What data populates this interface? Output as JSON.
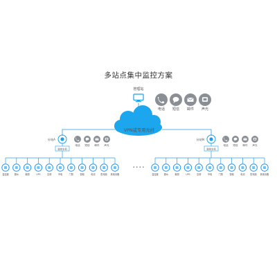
{
  "title": "多站点集中监控方案",
  "colors": {
    "line": "#2a9be0",
    "node": "#1aa1e8",
    "nodeLight": "#6ec4f3",
    "cloud": "#1ba6ee",
    "gray": "#8a8f95",
    "text": "#555555",
    "sensorRing": "#2196f3",
    "sensorFill": "#ffffff"
  },
  "center": {
    "label": "管理站",
    "cloud_label": "VPN或专用光纤",
    "alarms": [
      {
        "icon": "phone-icon",
        "label": "电话"
      },
      {
        "icon": "sms-icon",
        "label": "短信"
      },
      {
        "icon": "email-icon",
        "label": "邮件"
      },
      {
        "icon": "sound-icon",
        "label": "声光"
      }
    ]
  },
  "ellipsis": "• • • •",
  "sites": [
    {
      "name": "分站A",
      "host_label": "监控主机",
      "alarms": [
        {
          "icon": "phone-icon",
          "label": "电话"
        },
        {
          "icon": "sms-icon",
          "label": "短信"
        },
        {
          "icon": "email-icon",
          "label": "邮件"
        },
        {
          "icon": "sound-icon",
          "label": "声光"
        }
      ],
      "devices": [
        {
          "icon": "temp-icon",
          "label": "温湿度"
        },
        {
          "icon": "water-icon",
          "label": "漏水"
        },
        {
          "icon": "smoke-icon",
          "label": "烟感"
        },
        {
          "icon": "ups-icon",
          "label": "UPS"
        },
        {
          "icon": "ac-icon",
          "label": "空调"
        },
        {
          "icon": "power-icon",
          "label": "市电"
        },
        {
          "icon": "door-icon",
          "label": "门禁"
        },
        {
          "icon": "camera-icon",
          "label": "视频"
        },
        {
          "icon": "battery-icon",
          "label": "电池"
        },
        {
          "icon": "pdu-icon",
          "label": "配电柜"
        },
        {
          "icon": "more-icon",
          "label": "其他设备"
        }
      ]
    },
    {
      "name": "分站N",
      "host_label": "监控主机",
      "alarms": [
        {
          "icon": "phone-icon",
          "label": "电话"
        },
        {
          "icon": "sms-icon",
          "label": "短信"
        },
        {
          "icon": "email-icon",
          "label": "邮件"
        },
        {
          "icon": "sound-icon",
          "label": "声光"
        }
      ],
      "devices": [
        {
          "icon": "temp-icon",
          "label": "温湿度"
        },
        {
          "icon": "water-icon",
          "label": "漏水"
        },
        {
          "icon": "smoke-icon",
          "label": "烟感"
        },
        {
          "icon": "ups-icon",
          "label": "UPS"
        },
        {
          "icon": "ac-icon",
          "label": "空调"
        },
        {
          "icon": "power-icon",
          "label": "市电"
        },
        {
          "icon": "door-icon",
          "label": "门禁"
        },
        {
          "icon": "camera-icon",
          "label": "视频"
        },
        {
          "icon": "battery-icon",
          "label": "电池"
        },
        {
          "icon": "pdu-icon",
          "label": "配电柜"
        },
        {
          "icon": "more-icon",
          "label": "其他设备"
        }
      ]
    }
  ]
}
